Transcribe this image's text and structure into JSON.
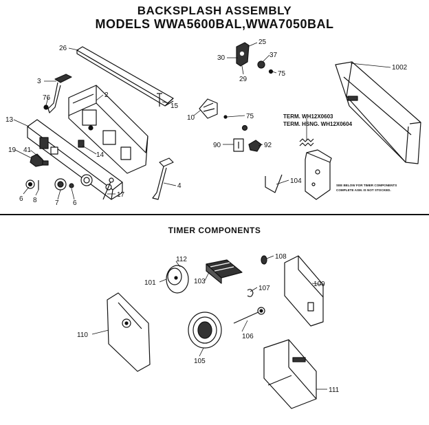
{
  "header": {
    "title_line1": "BACKSPLASH ASSEMBLY",
    "title_line2": "MODELS WWA5600BAL,WWA7050BAL"
  },
  "backsplash": {
    "callouts": {
      "c26": "26",
      "c3": "3",
      "c76": "76",
      "c2": "2",
      "c15": "15",
      "c13": "13",
      "c19": "19",
      "c41": "41",
      "c14": "14",
      "c4": "4",
      "c6a": "6",
      "c8": "8",
      "c7": "7",
      "c6b": "6",
      "c17": "17",
      "c30": "30",
      "c25": "25",
      "c37": "37",
      "c29": "29",
      "c75a": "75",
      "c10": "10",
      "c75b": "75",
      "c90": "90",
      "c92": "92",
      "c1002": "1002",
      "c104": "104"
    },
    "term_note_1": "TERM. WH12X0603",
    "term_note_2": "TERM. HSNG. WH12X0604",
    "footnote_1": "SEE BELOW FOR TIMER COMPONENTS",
    "footnote_2": "COMPLETE ASM. IS NOT STOCKED."
  },
  "timer": {
    "section_title": "TIMER COMPONENTS",
    "callouts": {
      "c112": "112",
      "c101": "101",
      "c103": "103",
      "c108a": "108",
      "c107": "107",
      "c109": "109",
      "c110": "110",
      "c106": "106",
      "c105": "105",
      "c111": "111"
    }
  }
}
